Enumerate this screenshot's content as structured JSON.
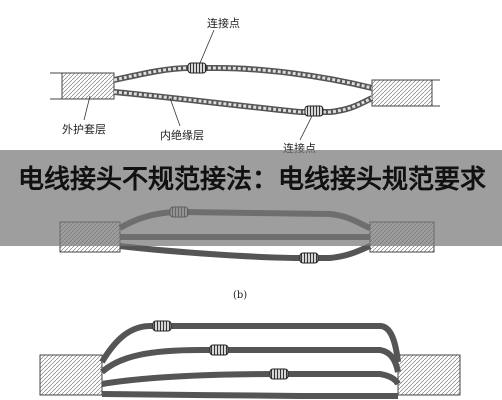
{
  "diagram": {
    "labels": {
      "top_joint": "连接点",
      "outer_sheath": "外护套层",
      "inner_insulation": "内绝缘层",
      "bottom_joint": "连接点",
      "fig_b": "(b)"
    }
  },
  "banner": {
    "title": "电线接头不规范接法：电线接头规范要求"
  },
  "colors": {
    "banner_bg": "#787878",
    "text": "#111111",
    "line": "#555555"
  }
}
